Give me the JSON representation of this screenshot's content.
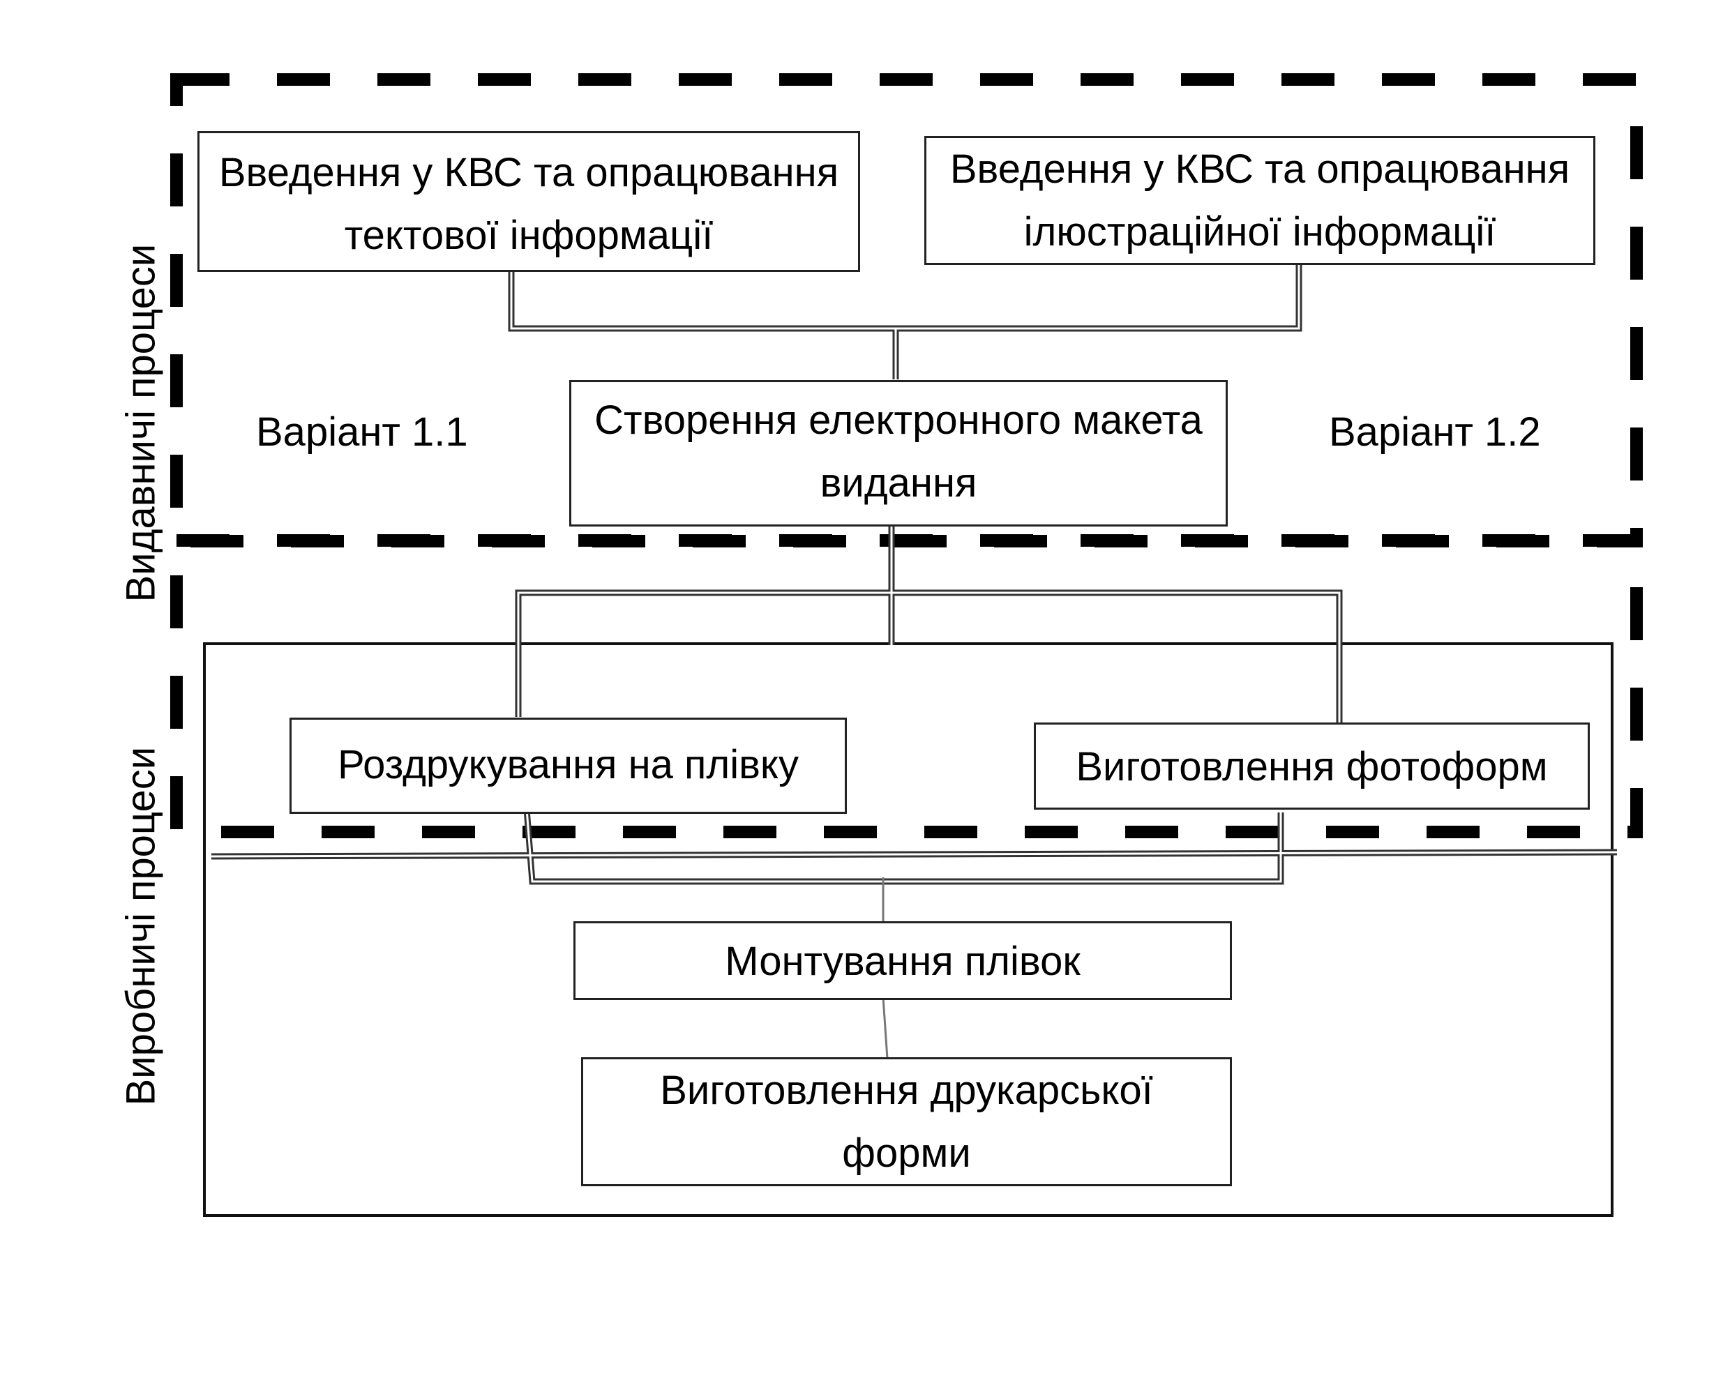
{
  "diagram": {
    "boxes": {
      "text_input": {
        "line1": "Введення у КВС та опрацювання",
        "line2": "тектової інформації"
      },
      "illustration_input": {
        "line1": "Введення у КВС та опрацювання",
        "line2": "ілюстраційної інформації"
      },
      "layout": {
        "line1": "Створення електронного макета",
        "line2": "видання"
      },
      "film_print": {
        "line1": "Роздрукування на плівку"
      },
      "photoform": {
        "line1": "Виготовлення фотоформ"
      },
      "film_mounting": {
        "line1": "Монтування плівок"
      },
      "printing_form": {
        "line1": "Виготовлення друкарської",
        "line2": "форми"
      }
    },
    "labels": {
      "variant_left": "Варіант 1.1",
      "variant_right": "Варіант 1.2",
      "publishing_processes": "Видавничі процеси",
      "production_processes": "Виробничі процеси"
    }
  }
}
